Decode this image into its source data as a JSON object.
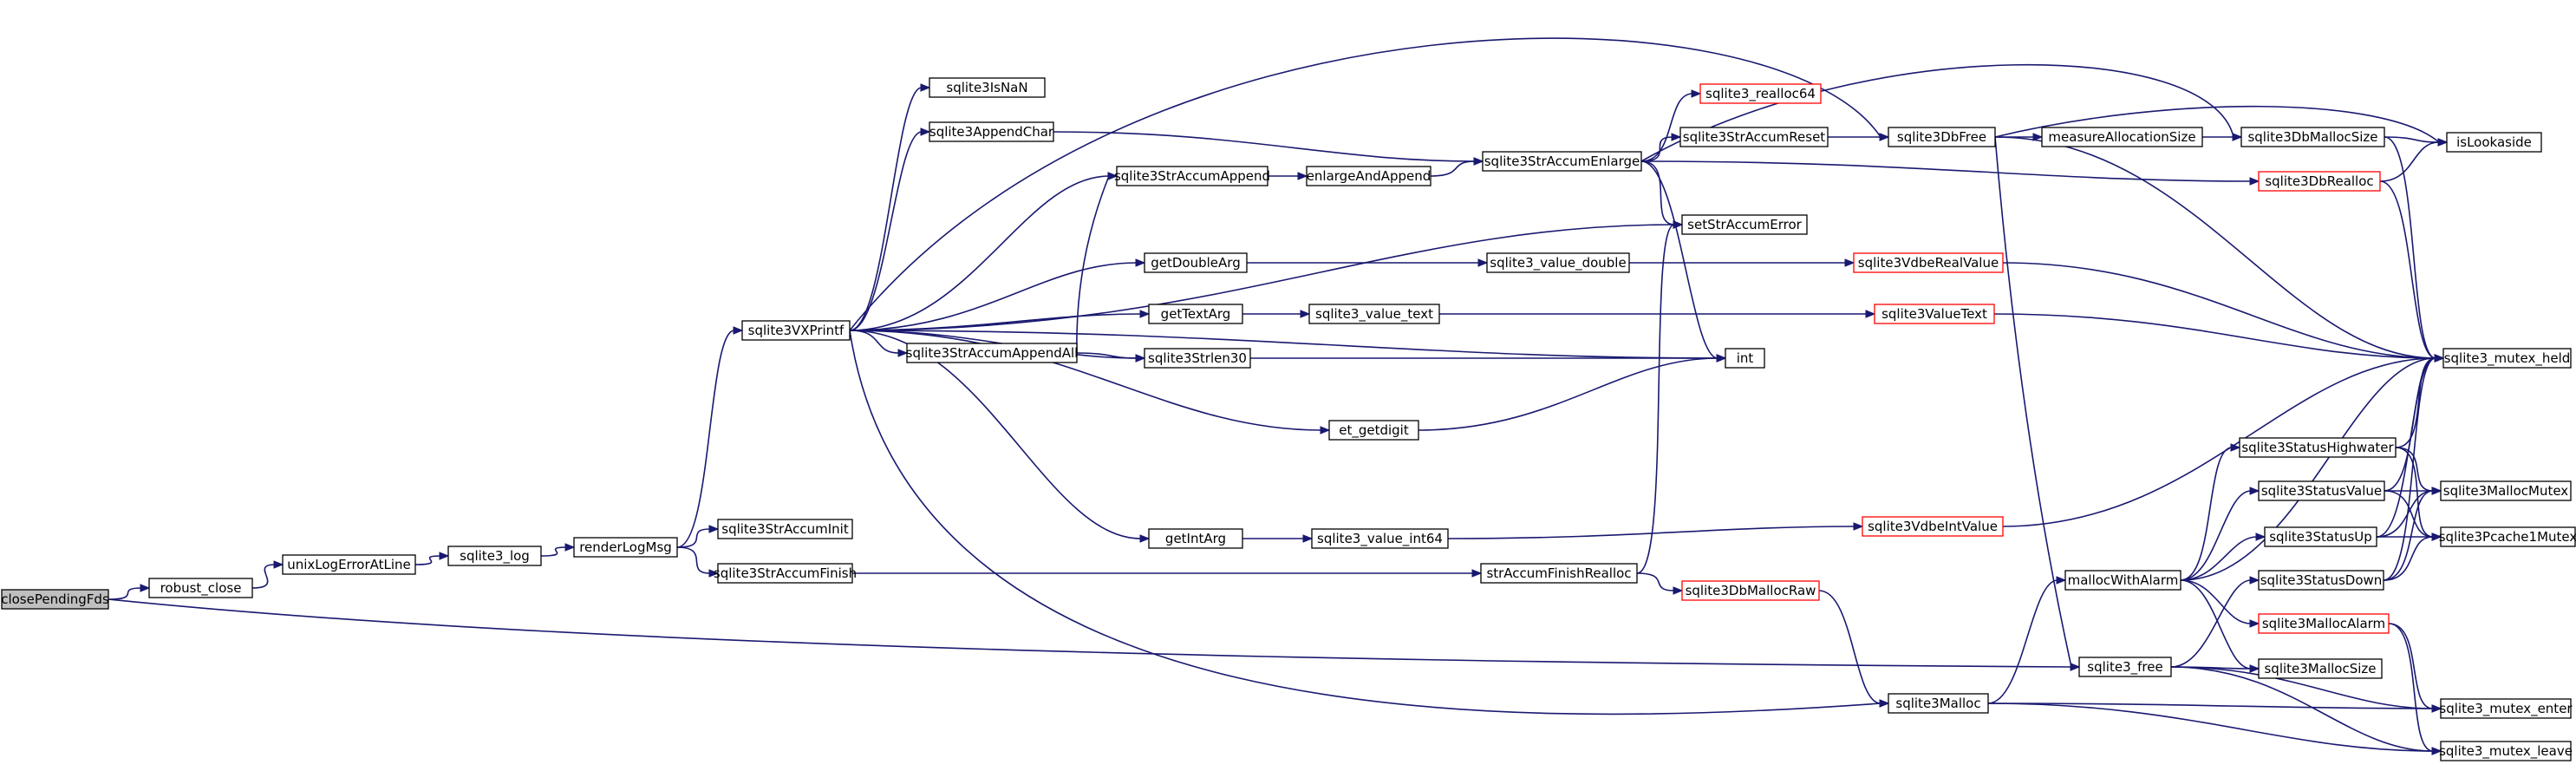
{
  "graph": {
    "colors": {
      "edge": "#191970",
      "node_fill": "#ffffff",
      "node_border": "#000000",
      "truncated_border": "#ff0000",
      "root_fill": "#bfbfbf",
      "root_border": "#000000"
    },
    "nodes": [
      {
        "id": "closePendingFds",
        "label": "closePendingFds",
        "style": "root"
      },
      {
        "id": "robust_close",
        "label": "robust_close",
        "style": "normal"
      },
      {
        "id": "unixLogErrorAtLine",
        "label": "unixLogErrorAtLine",
        "style": "normal"
      },
      {
        "id": "sqlite3_log",
        "label": "sqlite3_log",
        "style": "normal"
      },
      {
        "id": "renderLogMsg",
        "label": "renderLogMsg",
        "style": "normal"
      },
      {
        "id": "sqlite3VXPrintf",
        "label": "sqlite3VXPrintf",
        "style": "normal"
      },
      {
        "id": "sqlite3StrAccumInit",
        "label": "sqlite3StrAccumInit",
        "style": "normal"
      },
      {
        "id": "sqlite3StrAccumFinish",
        "label": "sqlite3StrAccumFinish",
        "style": "normal"
      },
      {
        "id": "sqlite3IsNaN",
        "label": "sqlite3IsNaN",
        "style": "normal"
      },
      {
        "id": "sqlite3AppendChar",
        "label": "sqlite3AppendChar",
        "style": "normal"
      },
      {
        "id": "sqlite3StrAccumAppend",
        "label": "sqlite3StrAccumAppend",
        "style": "normal"
      },
      {
        "id": "sqlite3StrAccumAppendAll",
        "label": "sqlite3StrAccumAppendAll",
        "style": "normal"
      },
      {
        "id": "sqlite3Strlen30",
        "label": "sqlite3Strlen30",
        "style": "normal"
      },
      {
        "id": "getDoubleArg",
        "label": "getDoubleArg",
        "style": "normal"
      },
      {
        "id": "getTextArg",
        "label": "getTextArg",
        "style": "normal"
      },
      {
        "id": "et_getdigit",
        "label": "et_getdigit",
        "style": "normal"
      },
      {
        "id": "getIntArg",
        "label": "getIntArg",
        "style": "normal"
      },
      {
        "id": "enlargeAndAppend",
        "label": "enlargeAndAppend",
        "style": "normal"
      },
      {
        "id": "sqlite3_value_double",
        "label": "sqlite3_value_double",
        "style": "normal"
      },
      {
        "id": "sqlite3_value_text",
        "label": "sqlite3_value_text",
        "style": "normal"
      },
      {
        "id": "sqlite3_value_int64",
        "label": "sqlite3_value_int64",
        "style": "normal"
      },
      {
        "id": "sqlite3StrAccumEnlarge",
        "label": "sqlite3StrAccumEnlarge",
        "style": "normal"
      },
      {
        "id": "strAccumFinishRealloc",
        "label": "strAccumFinishRealloc",
        "style": "normal"
      },
      {
        "id": "sqlite3_realloc64",
        "label": "sqlite3_realloc64",
        "style": "truncated"
      },
      {
        "id": "sqlite3StrAccumReset",
        "label": "sqlite3StrAccumReset",
        "style": "normal"
      },
      {
        "id": "setStrAccumError",
        "label": "setStrAccumError",
        "style": "normal"
      },
      {
        "id": "int",
        "label": "int",
        "style": "normal"
      },
      {
        "id": "sqlite3VdbeRealValue",
        "label": "sqlite3VdbeRealValue",
        "style": "truncated"
      },
      {
        "id": "sqlite3ValueText",
        "label": "sqlite3ValueText",
        "style": "truncated"
      },
      {
        "id": "sqlite3VdbeIntValue",
        "label": "sqlite3VdbeIntValue",
        "style": "truncated"
      },
      {
        "id": "sqlite3DbMallocRaw",
        "label": "sqlite3DbMallocRaw",
        "style": "truncated"
      },
      {
        "id": "sqlite3DbFree",
        "label": "sqlite3DbFree",
        "style": "normal"
      },
      {
        "id": "sqlite3Malloc",
        "label": "sqlite3Malloc",
        "style": "normal"
      },
      {
        "id": "mallocWithAlarm",
        "label": "mallocWithAlarm",
        "style": "normal"
      },
      {
        "id": "sqlite3_free",
        "label": "sqlite3_free",
        "style": "normal"
      },
      {
        "id": "measureAllocationSize",
        "label": "measureAllocationSize",
        "style": "normal"
      },
      {
        "id": "sqlite3DbMallocSize",
        "label": "sqlite3DbMallocSize",
        "style": "normal"
      },
      {
        "id": "sqlite3DbRealloc",
        "label": "sqlite3DbRealloc",
        "style": "truncated"
      },
      {
        "id": "isLookaside",
        "label": "isLookaside",
        "style": "normal"
      },
      {
        "id": "sqlite3_mutex_held",
        "label": "sqlite3_mutex_held",
        "style": "normal"
      },
      {
        "id": "sqlite3StatusHighwater",
        "label": "sqlite3StatusHighwater",
        "style": "normal"
      },
      {
        "id": "sqlite3StatusValue",
        "label": "sqlite3StatusValue",
        "style": "normal"
      },
      {
        "id": "sqlite3StatusUp",
        "label": "sqlite3StatusUp",
        "style": "normal"
      },
      {
        "id": "sqlite3StatusDown",
        "label": "sqlite3StatusDown",
        "style": "normal"
      },
      {
        "id": "sqlite3MallocAlarm",
        "label": "sqlite3MallocAlarm",
        "style": "truncated"
      },
      {
        "id": "sqlite3MallocSize",
        "label": "sqlite3MallocSize",
        "style": "normal"
      },
      {
        "id": "sqlite3MallocMutex",
        "label": "sqlite3MallocMutex",
        "style": "normal"
      },
      {
        "id": "sqlite3Pcache1Mutex",
        "label": "sqlite3Pcache1Mutex",
        "style": "normal"
      },
      {
        "id": "sqlite3_mutex_enter",
        "label": "sqlite3_mutex_enter",
        "style": "normal"
      },
      {
        "id": "sqlite3_mutex_leave",
        "label": "sqlite3_mutex_leave",
        "style": "normal"
      }
    ],
    "edges": [
      [
        "closePendingFds",
        "robust_close"
      ],
      [
        "closePendingFds",
        "sqlite3_free"
      ],
      [
        "robust_close",
        "unixLogErrorAtLine"
      ],
      [
        "unixLogErrorAtLine",
        "sqlite3_log"
      ],
      [
        "sqlite3_log",
        "renderLogMsg"
      ],
      [
        "renderLogMsg",
        "sqlite3VXPrintf"
      ],
      [
        "renderLogMsg",
        "sqlite3StrAccumInit"
      ],
      [
        "renderLogMsg",
        "sqlite3StrAccumFinish"
      ],
      [
        "sqlite3VXPrintf",
        "sqlite3DbFree"
      ],
      [
        "sqlite3VXPrintf",
        "sqlite3IsNaN"
      ],
      [
        "sqlite3VXPrintf",
        "sqlite3AppendChar"
      ],
      [
        "sqlite3VXPrintf",
        "sqlite3StrAccumAppend"
      ],
      [
        "sqlite3VXPrintf",
        "setStrAccumError"
      ],
      [
        "sqlite3VXPrintf",
        "getDoubleArg"
      ],
      [
        "sqlite3VXPrintf",
        "getTextArg"
      ],
      [
        "sqlite3VXPrintf",
        "sqlite3StrAccumAppendAll"
      ],
      [
        "sqlite3VXPrintf",
        "sqlite3Strlen30"
      ],
      [
        "sqlite3VXPrintf",
        "int"
      ],
      [
        "sqlite3VXPrintf",
        "et_getdigit"
      ],
      [
        "sqlite3VXPrintf",
        "getIntArg"
      ],
      [
        "sqlite3VXPrintf",
        "sqlite3Malloc"
      ],
      [
        "sqlite3StrAccumFinish",
        "strAccumFinishRealloc"
      ],
      [
        "sqlite3AppendChar",
        "sqlite3StrAccumEnlarge"
      ],
      [
        "sqlite3StrAccumAppend",
        "enlargeAndAppend"
      ],
      [
        "sqlite3StrAccumAppendAll",
        "sqlite3StrAccumAppend"
      ],
      [
        "sqlite3StrAccumAppendAll",
        "sqlite3Strlen30"
      ],
      [
        "enlargeAndAppend",
        "sqlite3StrAccumEnlarge"
      ],
      [
        "getDoubleArg",
        "sqlite3_value_double"
      ],
      [
        "getTextArg",
        "sqlite3_value_text"
      ],
      [
        "sqlite3Strlen30",
        "int"
      ],
      [
        "et_getdigit",
        "int"
      ],
      [
        "getIntArg",
        "sqlite3_value_int64"
      ],
      [
        "sqlite3_value_double",
        "sqlite3VdbeRealValue"
      ],
      [
        "sqlite3_value_text",
        "sqlite3ValueText"
      ],
      [
        "sqlite3_value_int64",
        "sqlite3VdbeIntValue"
      ],
      [
        "sqlite3StrAccumEnlarge",
        "sqlite3DbMallocSize"
      ],
      [
        "sqlite3StrAccumEnlarge",
        "sqlite3_realloc64"
      ],
      [
        "sqlite3StrAccumEnlarge",
        "sqlite3StrAccumReset"
      ],
      [
        "sqlite3StrAccumEnlarge",
        "sqlite3DbRealloc"
      ],
      [
        "sqlite3StrAccumEnlarge",
        "setStrAccumError"
      ],
      [
        "sqlite3StrAccumEnlarge",
        "int"
      ],
      [
        "strAccumFinishRealloc",
        "setStrAccumError"
      ],
      [
        "strAccumFinishRealloc",
        "sqlite3DbMallocRaw"
      ],
      [
        "sqlite3StrAccumReset",
        "sqlite3DbFree"
      ],
      [
        "sqlite3VdbeRealValue",
        "sqlite3_mutex_held"
      ],
      [
        "sqlite3ValueText",
        "sqlite3_mutex_held"
      ],
      [
        "sqlite3VdbeIntValue",
        "sqlite3_mutex_held"
      ],
      [
        "sqlite3DbMallocRaw",
        "sqlite3Malloc"
      ],
      [
        "sqlite3DbFree",
        "isLookaside"
      ],
      [
        "sqlite3DbFree",
        "measureAllocationSize"
      ],
      [
        "sqlite3DbFree",
        "sqlite3_mutex_held"
      ],
      [
        "sqlite3DbFree",
        "sqlite3_free"
      ],
      [
        "measureAllocationSize",
        "sqlite3DbMallocSize"
      ],
      [
        "sqlite3DbMallocSize",
        "isLookaside"
      ],
      [
        "sqlite3DbMallocSize",
        "sqlite3_mutex_held"
      ],
      [
        "sqlite3DbRealloc",
        "isLookaside"
      ],
      [
        "sqlite3DbRealloc",
        "sqlite3_mutex_held"
      ],
      [
        "sqlite3Malloc",
        "mallocWithAlarm"
      ],
      [
        "sqlite3Malloc",
        "sqlite3_mutex_enter"
      ],
      [
        "sqlite3Malloc",
        "sqlite3_mutex_leave"
      ],
      [
        "mallocWithAlarm",
        "sqlite3_mutex_held"
      ],
      [
        "mallocWithAlarm",
        "sqlite3StatusHighwater"
      ],
      [
        "mallocWithAlarm",
        "sqlite3StatusValue"
      ],
      [
        "mallocWithAlarm",
        "sqlite3StatusUp"
      ],
      [
        "mallocWithAlarm",
        "sqlite3MallocAlarm"
      ],
      [
        "mallocWithAlarm",
        "sqlite3MallocSize"
      ],
      [
        "sqlite3_free",
        "sqlite3StatusDown"
      ],
      [
        "sqlite3_free",
        "sqlite3MallocSize"
      ],
      [
        "sqlite3_free",
        "sqlite3_mutex_enter"
      ],
      [
        "sqlite3_free",
        "sqlite3_mutex_leave"
      ],
      [
        "sqlite3StatusHighwater",
        "sqlite3_mutex_held"
      ],
      [
        "sqlite3StatusHighwater",
        "sqlite3MallocMutex"
      ],
      [
        "sqlite3StatusHighwater",
        "sqlite3Pcache1Mutex"
      ],
      [
        "sqlite3StatusValue",
        "sqlite3_mutex_held"
      ],
      [
        "sqlite3StatusValue",
        "sqlite3MallocMutex"
      ],
      [
        "sqlite3StatusValue",
        "sqlite3Pcache1Mutex"
      ],
      [
        "sqlite3StatusUp",
        "sqlite3_mutex_held"
      ],
      [
        "sqlite3StatusUp",
        "sqlite3MallocMutex"
      ],
      [
        "sqlite3StatusUp",
        "sqlite3Pcache1Mutex"
      ],
      [
        "sqlite3StatusDown",
        "sqlite3_mutex_held"
      ],
      [
        "sqlite3StatusDown",
        "sqlite3MallocMutex"
      ],
      [
        "sqlite3StatusDown",
        "sqlite3Pcache1Mutex"
      ],
      [
        "sqlite3MallocAlarm",
        "sqlite3_mutex_enter"
      ],
      [
        "sqlite3MallocAlarm",
        "sqlite3_mutex_leave"
      ]
    ]
  }
}
